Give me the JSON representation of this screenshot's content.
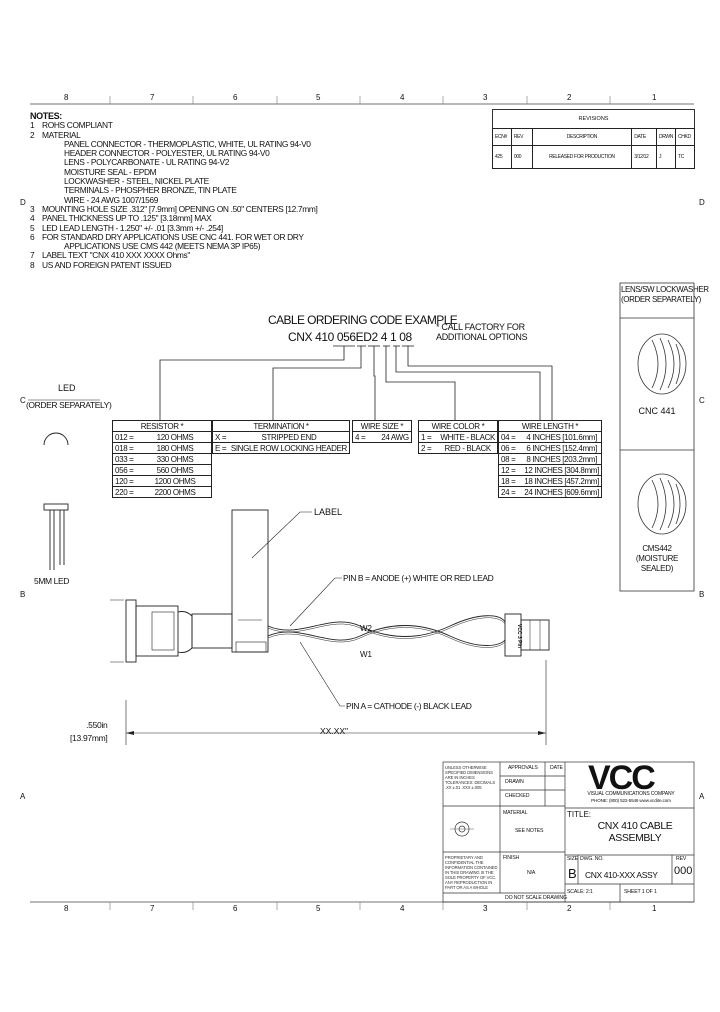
{
  "zones": {
    "top": [
      "8",
      "7",
      "6",
      "5",
      "4",
      "3",
      "2",
      "1"
    ],
    "bottom": [
      "8",
      "7",
      "6",
      "5",
      "4",
      "3",
      "2",
      "1"
    ],
    "left": [
      "D",
      "C",
      "B",
      "A"
    ],
    "right": [
      "D",
      "C",
      "B",
      "A"
    ]
  },
  "notes": {
    "title": "NOTES:",
    "lines": [
      {
        "num": "1",
        "text": "ROHS COMPLIANT"
      },
      {
        "num": "2",
        "text": "MATERIAL"
      },
      {
        "num": "",
        "text": "PANEL CONNECTOR - THERMOPLASTIC, WHITE, UL RATING 94-V0"
      },
      {
        "num": "",
        "text": "HEADER CONNECTOR - POLYESTER, UL RATING 94-V0"
      },
      {
        "num": "",
        "text": "LENS - POLYCARBONATE - UL RATING 94-V2"
      },
      {
        "num": "",
        "text": "MOISTURE SEAL - EPDM"
      },
      {
        "num": "",
        "text": "LOCKWASHER - STEEL, NICKEL PLATE"
      },
      {
        "num": "",
        "text": "TERMINALS - PHOSPHER BRONZE, TIN PLATE"
      },
      {
        "num": "",
        "text": "WIRE - 24 AWG 1007/1569"
      },
      {
        "num": "3",
        "text": "MOUNTING HOLE SIZE .312\" [7.9mm] OPENING ON .50\" CENTERS [12.7mm]"
      },
      {
        "num": "4",
        "text": "PANEL THICKNESS UP TO .125\" [3.18mm] MAX"
      },
      {
        "num": "5",
        "text": "LED LEAD LENGTH - 1.250\" +/- .01 [3.3mm +/- .254]"
      },
      {
        "num": "6",
        "text": "FOR STANDARD DRY APPLICATIONS USE CNC 441. FOR WET OR DRY"
      },
      {
        "num": "",
        "text": "APPLICATIONS USE CMS 442 (MEETS NEMA 3P IP65)"
      },
      {
        "num": "7",
        "text": "LABEL TEXT \"CNX 410 XXX XXXX Ohms\""
      },
      {
        "num": "8",
        "text": "US AND FOREIGN PATENT ISSUED"
      }
    ]
  },
  "revisions": {
    "title": "REVISIONS",
    "headers": [
      "ECN#",
      "REV",
      "DESCRIPTION",
      "DATE",
      "DRWN",
      "CHKD"
    ],
    "row": [
      "425",
      "000",
      "RELEASED FOR PRODUCTION",
      "3/12/12",
      "J",
      "TC"
    ]
  },
  "ordering": {
    "title": "CABLE ORDERING CODE EXAMPLE",
    "code_prefix": "CNX 410",
    "code_parts": [
      "056",
      "E",
      "D2",
      "4",
      "1",
      "08"
    ],
    "callout": "* CALL FACTORY FOR\nADDITIONAL OPTIONS"
  },
  "resistor_table": {
    "title": "RESISTOR *",
    "rows": [
      [
        "012 =",
        "120 OHMS"
      ],
      [
        "018 =",
        "180 OHMS"
      ],
      [
        "033 =",
        "330 OHMS"
      ],
      [
        "056 =",
        "560 OHMS"
      ],
      [
        "120 =",
        "1200 OHMS"
      ],
      [
        "220 =",
        "2200 OHMS"
      ]
    ]
  },
  "termination_table": {
    "title": "TERMINATION *",
    "rows": [
      [
        "X =",
        "STRIPPED END"
      ],
      [
        "E =",
        "SINGLE ROW LOCKING HEADER"
      ]
    ]
  },
  "wire_size_table": {
    "title": "WIRE SIZE *",
    "rows": [
      [
        "4 =",
        "24 AWG"
      ]
    ]
  },
  "wire_color_table": {
    "title": "WIRE COLOR *",
    "rows": [
      [
        "1 =",
        "WHITE - BLACK"
      ],
      [
        "2 =",
        "RED - BLACK"
      ]
    ]
  },
  "wire_length_table": {
    "title": "WIRE LENGTH *",
    "rows": [
      [
        "04 =",
        "4 INCHES [101.6mm]"
      ],
      [
        "06 =",
        "6 INCHES [152.4mm]"
      ],
      [
        "08 =",
        "8 INCHES [203.2mm]"
      ],
      [
        "12 =",
        "12 INCHES [304.8mm]"
      ],
      [
        "18 =",
        "18 INCHES [457.2mm]"
      ],
      [
        "24 =",
        "24 INCHES [609.6mm]"
      ]
    ]
  },
  "led": {
    "title": "LED",
    "subtitle": "(ORDER SEPARATELY)",
    "caption": "5MM LED"
  },
  "lockwasher": {
    "title": "LENS/SW LOCKWASHER\n(ORDER SEPARATELY)",
    "part1": "CNC 441",
    "part2": "CMS442\n(MOISTURE\nSEALED)"
  },
  "drawing": {
    "label_callout": "LABEL",
    "pin_b": "PIN B = ANODE (+) WHITE OR RED LEAD",
    "pin_a": "PIN A = CATHODE (-) BLACK LEAD",
    "w2": "W2",
    "w1": "W1",
    "dim_height": ".550in\n[13.97mm]",
    "dim_length": "XX.XX\"",
    "connector_text": "VCC 3 Pin"
  },
  "title_block": {
    "company_logo": "VCC",
    "company_line1": "VISUAL COMMUNICATIONS COMPANY",
    "company_line2": "PHONE: (800) 522-5546 www.vcclite.com",
    "title_label": "TITLE:",
    "title": "CNX 410 CABLE\nASSEMBLY",
    "size_label": "SIZE",
    "size": "B",
    "dwg_label": "DWG. NO.",
    "dwg_no": "CNX 410-XXX ASSY",
    "rev_label": "REV",
    "rev": "000",
    "scale": "SCALE: 2:1",
    "sheet": "SHEET 1 OF 1",
    "approvals": [
      "APPROVALS",
      "DATE",
      "DRAWN",
      "CHECKED"
    ],
    "material_label": "MATERIAL",
    "material": "SEE NOTES",
    "finish_label": "FINISH",
    "finish": "N/A",
    "do_not_scale": "DO NOT SCALE DRAWING",
    "tolerance_text": "UNLESS OTHERWISE SPECIFIED DIMENSIONS ARE IN INCHES TOLERANCES: DECIMALS .XX ±.01 .XXX ±.005",
    "proprietary_text": "PROPRIETARY AND CONFIDENTIAL THE INFORMATION CONTAINED IN THIS DRAWING IS THE SOLE PROPERTY OF VCC. ANY REPRODUCTION IN PART OR AS A WHOLE WITHOUT THE WRITTEN PERMISSION OF VCC IS PROHIBITED."
  }
}
